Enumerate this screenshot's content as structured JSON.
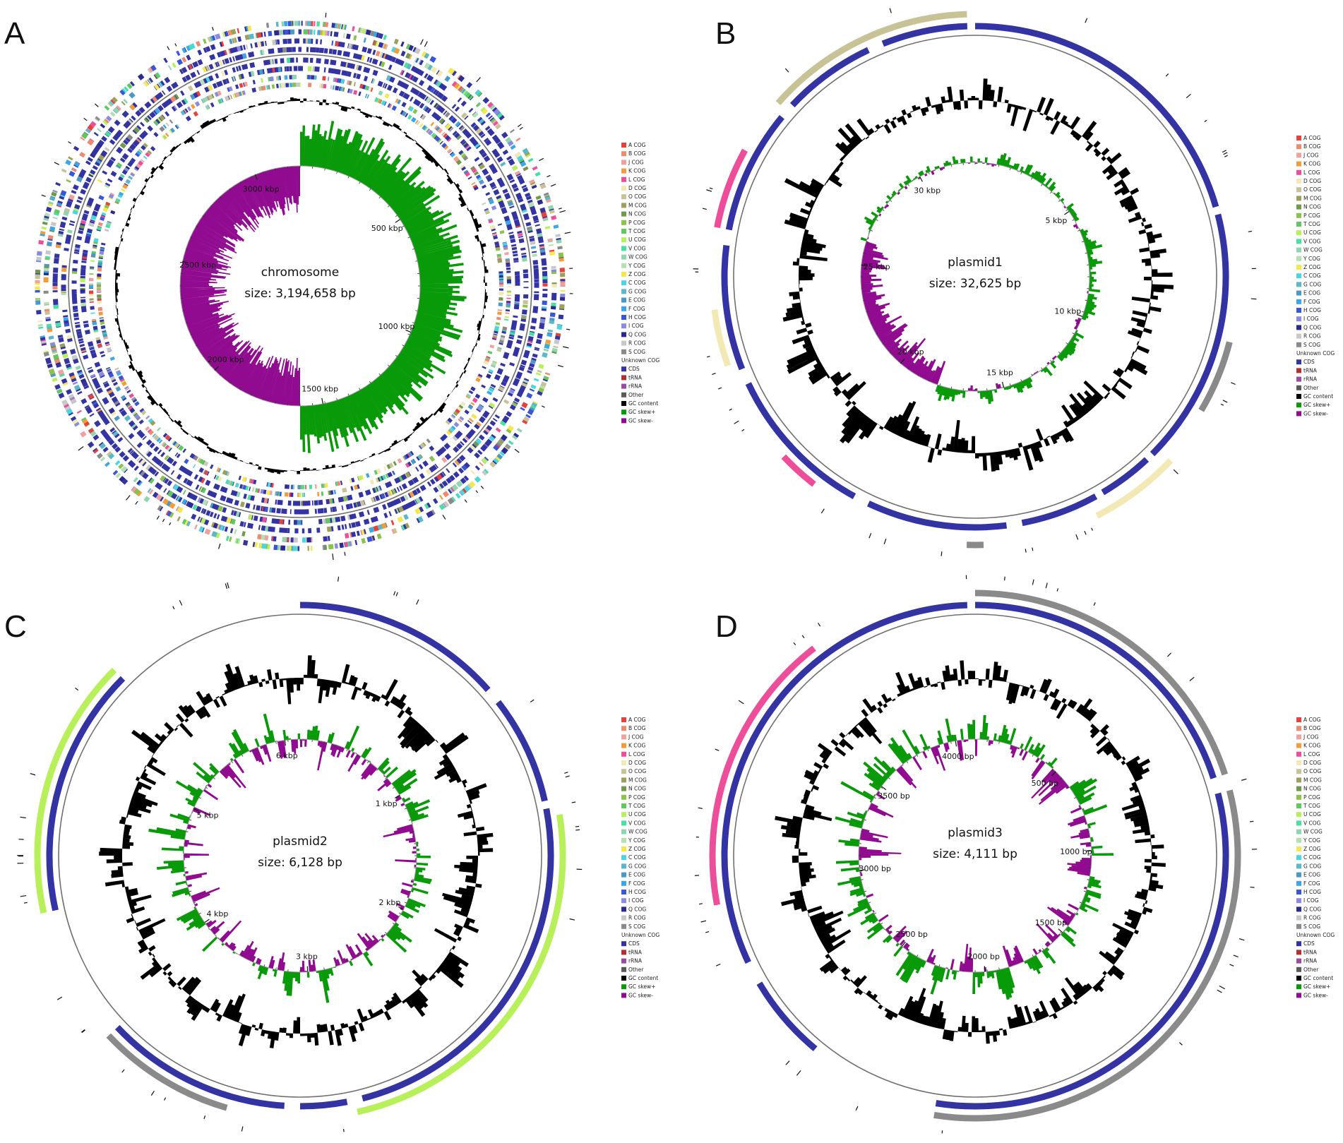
{
  "colors": {
    "cds": "#3433a3",
    "gc_content": "#000000",
    "gc_skew_pos": "#089a08",
    "gc_skew_neg": "#910b91",
    "backbone": "#707070",
    "grey_feature": "#8a8a8a",
    "lime_feature": "#b8f05a",
    "pink_feature": "#ee4d9a",
    "khaki_feature": "#c8c396",
    "pale_feature": "#f2e9b4"
  },
  "legend": [
    {
      "label": "A COG",
      "color": "#e8403c"
    },
    {
      "label": "B COG",
      "color": "#f08a6e"
    },
    {
      "label": "J COG",
      "color": "#f0a0a0"
    },
    {
      "label": "K COG",
      "color": "#f39c3c"
    },
    {
      "label": "L COG",
      "color": "#ee4d9a"
    },
    {
      "label": "D COG",
      "color": "#f2e9b4"
    },
    {
      "label": "O COG",
      "color": "#c8c396"
    },
    {
      "label": "M COG",
      "color": "#9da05a"
    },
    {
      "label": "N COG",
      "color": "#6f9a4a"
    },
    {
      "label": "P COG",
      "color": "#8bc34a"
    },
    {
      "label": "T COG",
      "color": "#5fc95f"
    },
    {
      "label": "U COG",
      "color": "#b8f05a"
    },
    {
      "label": "V COG",
      "color": "#46e0a0"
    },
    {
      "label": "W COG",
      "color": "#8fd6b0"
    },
    {
      "label": "Y COG",
      "color": "#b4e0b4"
    },
    {
      "label": "Z COG",
      "color": "#f4e84a"
    },
    {
      "label": "C COG",
      "color": "#4ad6e0"
    },
    {
      "label": "G COG",
      "color": "#5ab8c8"
    },
    {
      "label": "E COG",
      "color": "#4a9ac8"
    },
    {
      "label": "F COG",
      "color": "#3aa8e8"
    },
    {
      "label": "H COG",
      "color": "#3a56d8"
    },
    {
      "label": "I COG",
      "color": "#8a8ae0"
    },
    {
      "label": "Q COG",
      "color": "#2a2a90"
    },
    {
      "label": "R COG",
      "color": "#c8c8c8"
    },
    {
      "label": "S COG",
      "color": "#8a8a8a"
    },
    {
      "label": "Unknown COG",
      "color": null
    },
    {
      "label": "CDS",
      "color": "#3433a3"
    },
    {
      "label": "tRNA",
      "color": "#b03030"
    },
    {
      "label": "rRNA",
      "color": "#9a4aa0"
    },
    {
      "label": "Other",
      "color": "#5a5a5a"
    },
    {
      "label": "GC content",
      "color": "#000000"
    },
    {
      "label": "GC skew+",
      "color": "#089a08"
    },
    {
      "label": "GC skew-",
      "color": "#910b91"
    }
  ],
  "panels": [
    {
      "letter": "A",
      "name": "chromosome",
      "size_text": "size: 3,194,658 bp",
      "total_bp": 3194658,
      "tick_labels": [
        {
          "text": "500 kbp",
          "pos": 500000
        },
        {
          "text": "1000 kbp",
          "pos": 1000000
        },
        {
          "text": "1500 kbp",
          "pos": 1500000
        },
        {
          "text": "2000 kbp",
          "pos": 2000000
        },
        {
          "text": "2500 kbp",
          "pos": 2500000
        },
        {
          "text": "3000 kbp",
          "pos": 3000000
        }
      ],
      "skew_split_fraction": 0.5
    },
    {
      "letter": "B",
      "name": "plasmid1",
      "size_text": "size: 32,625 bp",
      "total_bp": 32625,
      "tick_labels": [
        {
          "text": "5 kbp",
          "pos": 5000
        },
        {
          "text": "10 kbp",
          "pos": 10000
        },
        {
          "text": "15 kbp",
          "pos": 15000
        },
        {
          "text": "20 kbp",
          "pos": 20000
        },
        {
          "text": "25 kbp",
          "pos": 25000
        },
        {
          "text": "30 kbp",
          "pos": 30000
        }
      ],
      "features": [
        {
          "start": 0.0,
          "end": 0.205,
          "ring": "cds"
        },
        {
          "start": 0.21,
          "end": 0.375,
          "ring": "cds"
        },
        {
          "start": 0.38,
          "end": 0.415,
          "ring": "cds"
        },
        {
          "start": 0.42,
          "end": 0.47,
          "ring": "cds"
        },
        {
          "start": 0.48,
          "end": 0.57,
          "ring": "cds"
        },
        {
          "start": 0.58,
          "end": 0.68,
          "ring": "cds"
        },
        {
          "start": 0.69,
          "end": 0.77,
          "ring": "cds"
        },
        {
          "start": 0.78,
          "end": 0.86,
          "ring": "cds"
        },
        {
          "start": 0.87,
          "end": 0.93,
          "ring": "cds"
        },
        {
          "start": 0.94,
          "end": 0.995,
          "ring": "cds"
        },
        {
          "start": 0.865,
          "end": 0.995,
          "ring": "outer",
          "color": "khaki"
        },
        {
          "start": 0.78,
          "end": 0.83,
          "ring": "outer",
          "color": "pink"
        },
        {
          "start": 0.695,
          "end": 0.73,
          "ring": "outer",
          "color": "pale"
        },
        {
          "start": 0.605,
          "end": 0.63,
          "ring": "outer",
          "color": "pink"
        },
        {
          "start": 0.37,
          "end": 0.425,
          "ring": "outer2",
          "color": "pale"
        },
        {
          "start": 0.29,
          "end": 0.335,
          "ring": "outer",
          "color": "grey"
        },
        {
          "start": 0.495,
          "end": 0.505,
          "ring": "outer2",
          "color": "grey"
        }
      ]
    },
    {
      "letter": "C",
      "name": "plasmid2",
      "size_text": "size: 6,128 bp",
      "total_bp": 6128,
      "tick_labels": [
        {
          "text": "1 kbp",
          "pos": 1000
        },
        {
          "text": "2 kbp",
          "pos": 2000
        },
        {
          "text": "3 kbp",
          "pos": 3000
        },
        {
          "text": "4 kbp",
          "pos": 4000
        },
        {
          "text": "5 kbp",
          "pos": 5000
        },
        {
          "text": "6 kbp",
          "pos": 6000
        }
      ],
      "features": [
        {
          "start": 0.0,
          "end": 0.135,
          "ring": "cds"
        },
        {
          "start": 0.145,
          "end": 0.215,
          "ring": "cds"
        },
        {
          "start": 0.22,
          "end": 0.46,
          "ring": "cds"
        },
        {
          "start": 0.47,
          "end": 0.5,
          "ring": "cds"
        },
        {
          "start": 0.51,
          "end": 0.63,
          "ring": "cds"
        },
        {
          "start": 0.715,
          "end": 0.875,
          "ring": "cds"
        },
        {
          "start": 0.225,
          "end": 0.465,
          "ring": "outer",
          "color": "lime"
        },
        {
          "start": 0.715,
          "end": 0.875,
          "ring": "outer",
          "color": "lime"
        },
        {
          "start": 0.545,
          "end": 0.63,
          "ring": "outer",
          "color": "grey"
        }
      ]
    },
    {
      "letter": "D",
      "name": "plasmid3",
      "size_text": "size: 4,111 bp",
      "total_bp": 4111,
      "tick_labels": [
        {
          "text": "500 bp",
          "pos": 500
        },
        {
          "text": "1000 bp",
          "pos": 1000
        },
        {
          "text": "1500 bp",
          "pos": 1500
        },
        {
          "text": "2000 bp",
          "pos": 2000
        },
        {
          "text": "2500 bp",
          "pos": 2500
        },
        {
          "text": "3000 bp",
          "pos": 3000
        },
        {
          "text": "3500 bp",
          "pos": 3500
        },
        {
          "text": "4000 bp",
          "pos": 4000
        }
      ],
      "features": [
        {
          "start": 0.0,
          "end": 0.2,
          "ring": "cds"
        },
        {
          "start": 0.21,
          "end": 0.525,
          "ring": "cds"
        },
        {
          "start": 0.61,
          "end": 0.665,
          "ring": "cds"
        },
        {
          "start": 0.68,
          "end": 0.995,
          "ring": "cds"
        },
        {
          "start": 0.0,
          "end": 0.2,
          "ring": "outer",
          "color": "grey"
        },
        {
          "start": 0.21,
          "end": 0.525,
          "ring": "outer",
          "color": "grey"
        },
        {
          "start": 0.72,
          "end": 0.895,
          "ring": "outer",
          "color": "pink"
        }
      ]
    }
  ]
}
